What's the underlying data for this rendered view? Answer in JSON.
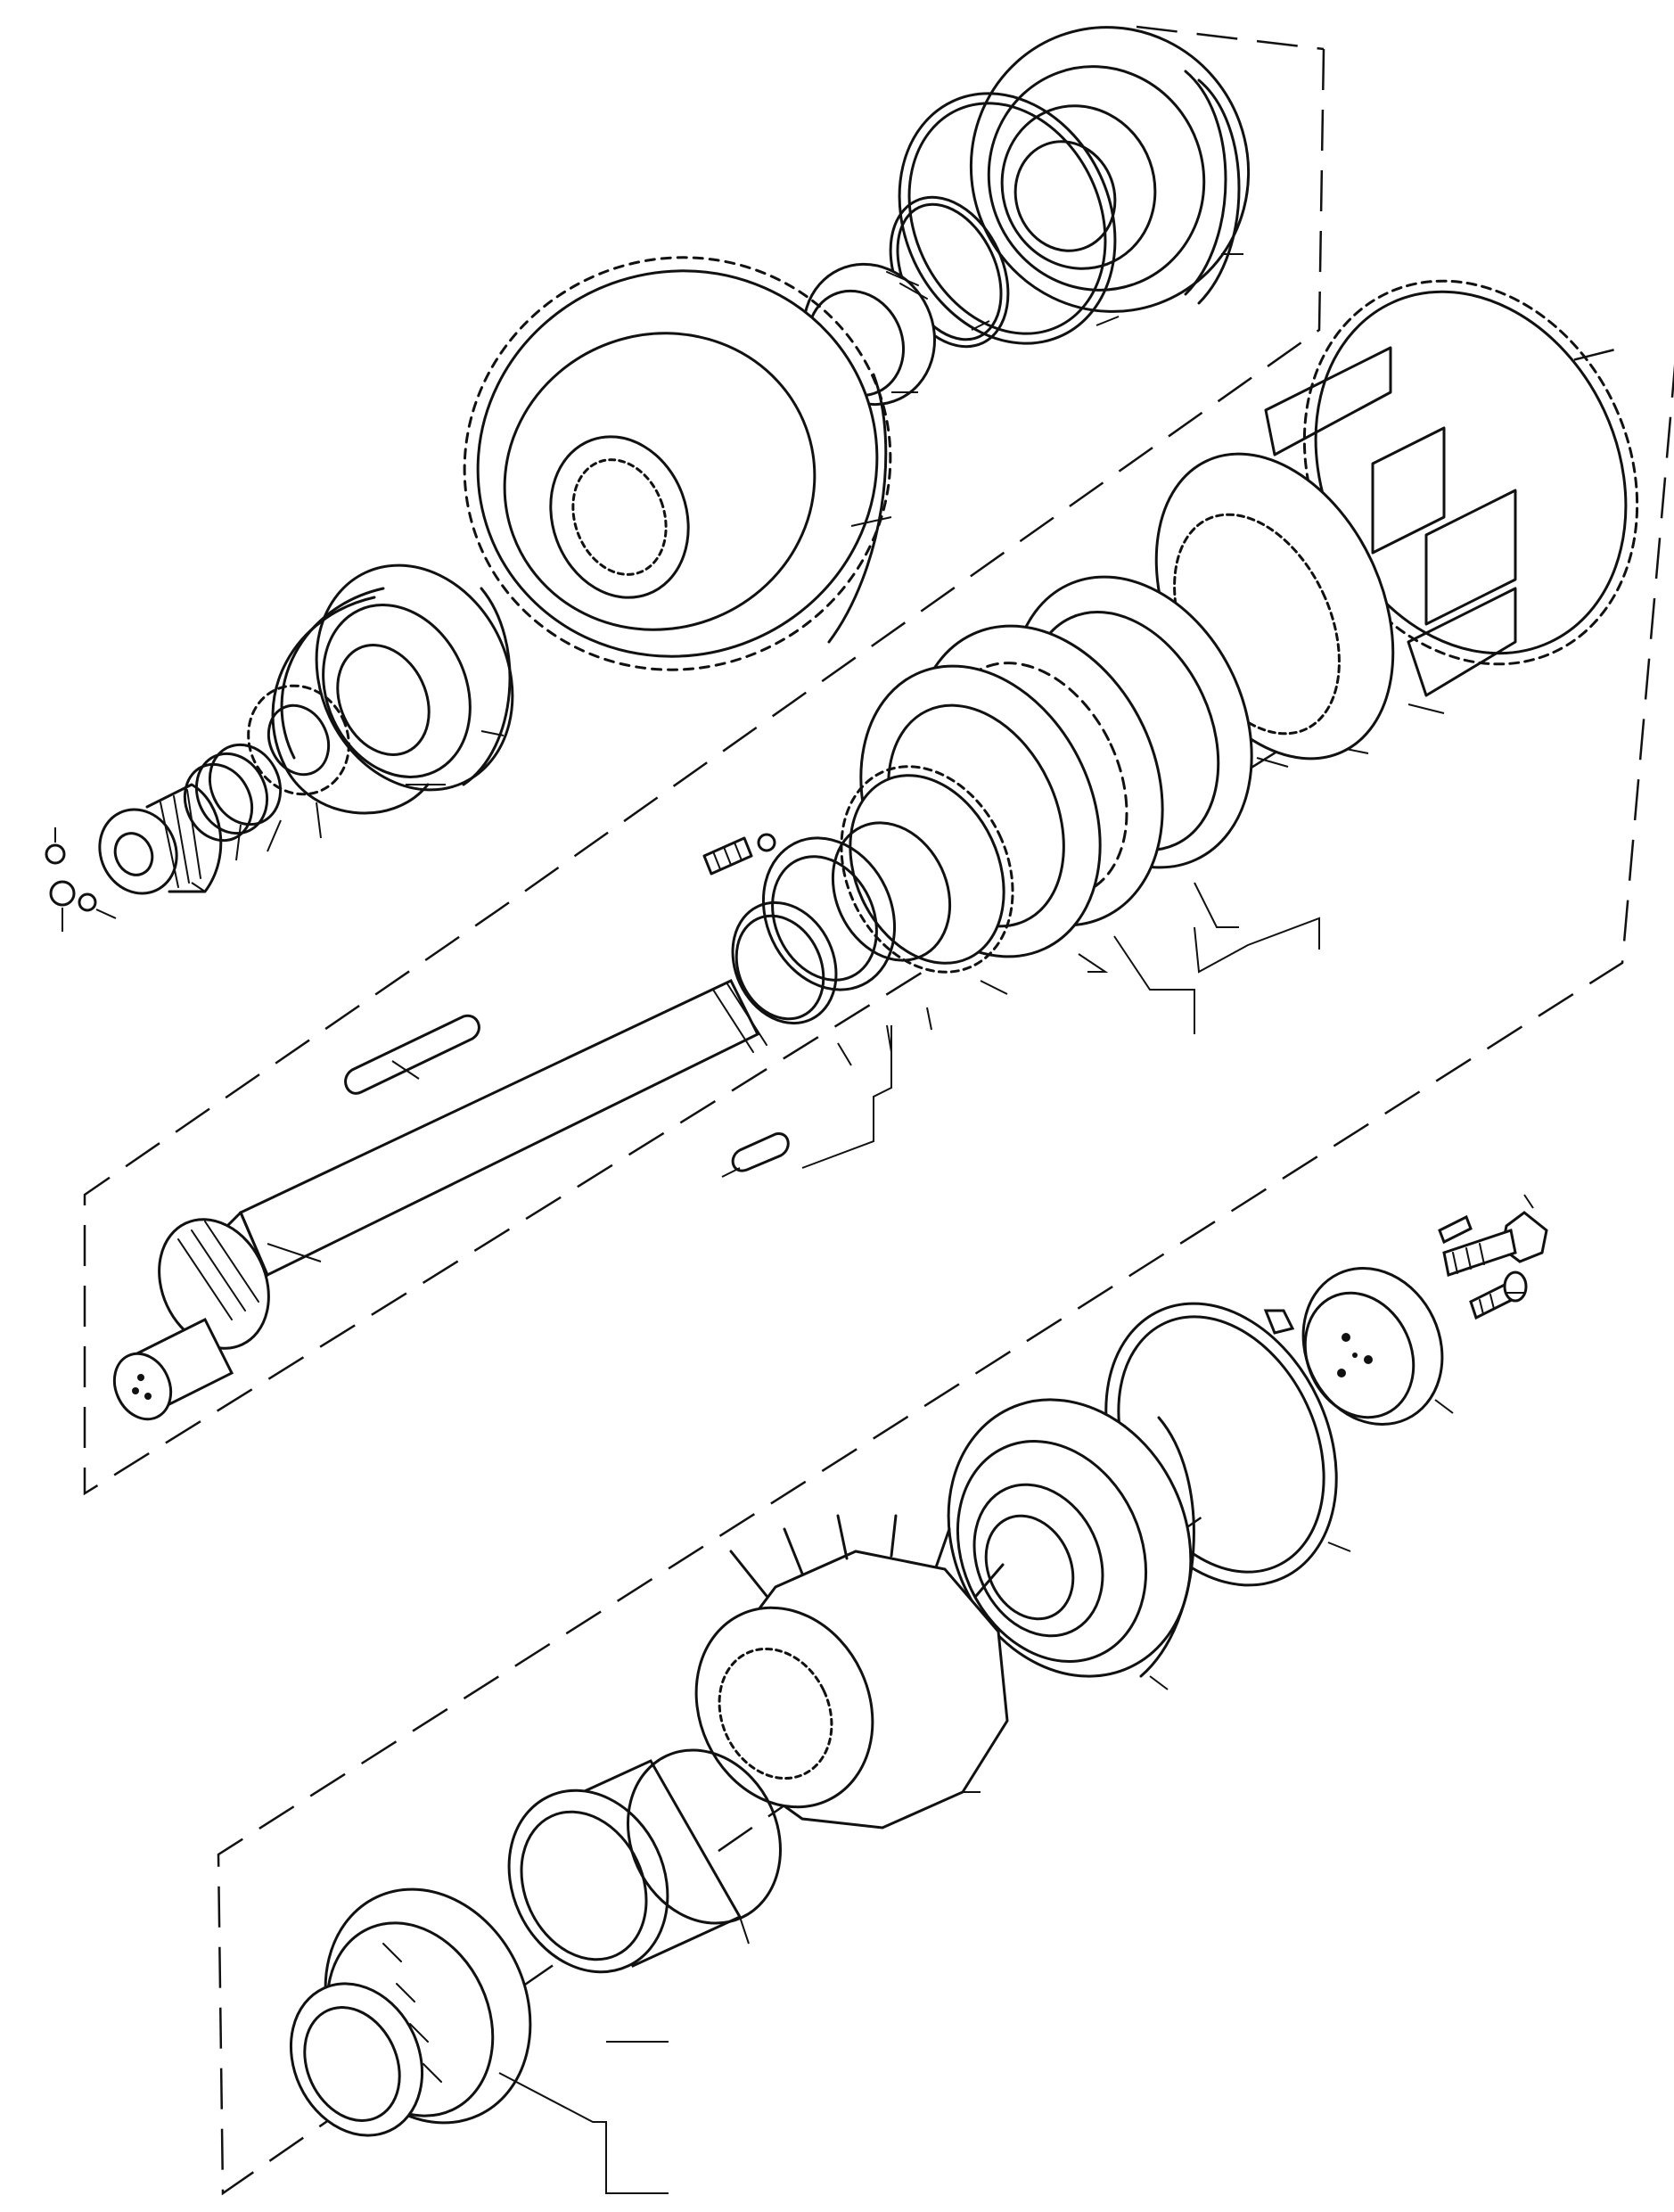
{
  "diagram": {
    "kind": "exploded-view-line-drawing",
    "labels": [],
    "colors": {
      "ink": "#111111",
      "paper": "#ffffff"
    },
    "parts": [
      "hub-cover",
      "seal-ring-large",
      "seal-ring-small",
      "sleeve-bush",
      "large-spur-gear",
      "roller-bearing-upper",
      "circlip-upper",
      "splined-collar",
      "spring-washers",
      "threaded-sleeve",
      "grub-screws",
      "clutch-drum",
      "clutch-hub",
      "clutch-plate-friction",
      "clutch-plate-steel",
      "splined-hub-gear",
      "thrust-washer",
      "snap-ring",
      "spring",
      "ball",
      "main-shaft",
      "key-long",
      "key-short",
      "bolt",
      "screw",
      "pin",
      "end-cap",
      "retaining-ring",
      "ball-bearing-lower",
      "bevel-gear",
      "spacer-bush",
      "taper-roller-bearing"
    ]
  }
}
